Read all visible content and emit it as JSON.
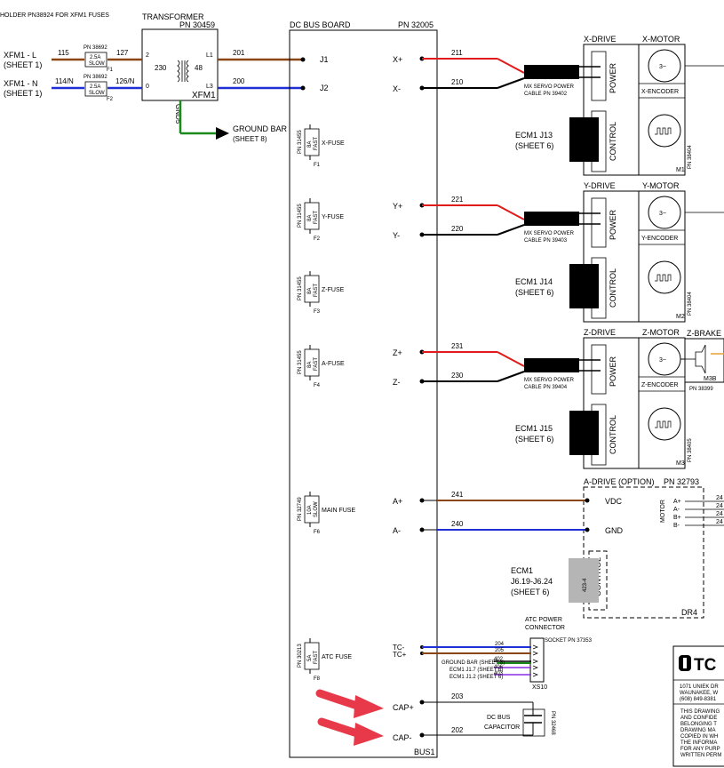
{
  "header_note": "HOLDER PN38924 FOR XFM1 FUSES",
  "transformer": {
    "title": "TRANSFORMER",
    "pn": "PN 30459",
    "ref": "XFM1",
    "primary": "230\nVAC",
    "secondary": "48\nVAC",
    "pin2": "2",
    "pin0": "0",
    "pinL1": "L1",
    "pinL3": "L3",
    "gnd": "GND5"
  },
  "inputs": [
    {
      "label": "XFM1 - L",
      "sheet": "(SHEET 1)",
      "wire_in": "115",
      "fuse_pn": "PN 38692",
      "fuse_rating": "2.5A",
      "fuse_type": "SLOW",
      "fuse_ref": "F1",
      "wire_out": "127"
    },
    {
      "label": "XFM1 - N",
      "sheet": "(SHEET 1)",
      "wire_in": "114/N",
      "fuse_pn": "PN 38692",
      "fuse_rating": "2.5A",
      "fuse_type": "SLOW",
      "fuse_ref": "F2",
      "wire_out": "126/N"
    }
  ],
  "xfm_out": [
    {
      "wire": "201",
      "pin": "J1"
    },
    {
      "wire": "200",
      "pin": "J2"
    }
  ],
  "ground_bar": {
    "label": "GROUND BAR",
    "sheet": "(SHEET 8)"
  },
  "bus_board": {
    "title": "DC BUS BOARD",
    "pn": "PN 32005",
    "ref": "BUS1"
  },
  "fuses": [
    {
      "label": "X-FUSE",
      "pn": "PN 31455",
      "rating": "8A",
      "type": "FAST",
      "ref": "F1"
    },
    {
      "label": "Y-FUSE",
      "pn": "PN 31455",
      "rating": "8A",
      "type": "FAST",
      "ref": "F2"
    },
    {
      "label": "Z-FUSE",
      "pn": "PN 31455",
      "rating": "8A",
      "type": "FAST",
      "ref": "F3"
    },
    {
      "label": "A-FUSE",
      "pn": "PN 31455",
      "rating": "8A",
      "type": "FAST",
      "ref": "F4"
    },
    {
      "label": "MAIN FUSE",
      "pn": "PN 32749",
      "rating": "10A",
      "type": "SLOW",
      "ref": "F6"
    },
    {
      "label": "ATC FUSE",
      "pn": "PN 30213",
      "rating": "5A",
      "type": "FAST",
      "ref": "F8"
    }
  ],
  "axes": [
    {
      "plus": "X+",
      "minus": "X-",
      "w_plus": "211",
      "w_minus": "210",
      "drive": "X-DRIVE",
      "motor": "X-MOTOR",
      "encoder": "X-ENCODER",
      "cable": "MX SERVO POWER\nCABLE PN 39402",
      "ecm": "ECM1 J13",
      "ecm_sheet": "(SHEET 6)",
      "motor_pn": "PN 38404",
      "motor_ref": "M1"
    },
    {
      "plus": "Y+",
      "minus": "Y-",
      "w_plus": "221",
      "w_minus": "220",
      "drive": "Y-DRIVE",
      "motor": "Y-MOTOR",
      "encoder": "Y-ENCODER",
      "cable": "MX SERVO POWER\nCABLE PN 39403",
      "ecm": "ECM1 J14",
      "ecm_sheet": "(SHEET 6)",
      "motor_pn": "PN 38404",
      "motor_ref": "M2"
    },
    {
      "plus": "Z+",
      "minus": "Z-",
      "w_plus": "231",
      "w_minus": "230",
      "drive": "Z-DRIVE",
      "motor": "Z-MOTOR",
      "encoder": "Z-ENCODER",
      "cable": "MX SERVO POWER\nCABLE PN 39404",
      "ecm": "ECM1 J15",
      "ecm_sheet": "(SHEET 6)",
      "motor_pn": "PN 38405",
      "motor_ref": "M3"
    }
  ],
  "drive_labels": {
    "power": "POWER",
    "control": "CONTROL",
    "phase": "3~"
  },
  "z_brake": {
    "label": "Z-BRAKE",
    "ref": "M3B",
    "pn": "PN 38399"
  },
  "a_drive": {
    "title": "A-DRIVE (OPTION)",
    "pn": "PN 32793",
    "ref": "DR4",
    "vdc": "VDC",
    "gnd": "GND",
    "motor": "MOTOR",
    "pins": [
      "A+",
      "A-",
      "B+",
      "B-"
    ],
    "wires": [
      "24",
      "24",
      "24",
      "24"
    ],
    "plus": "A+",
    "minus": "A-",
    "w_plus": "241",
    "w_minus": "240",
    "ecm": "ECM1",
    "ecm_pins": "J6.19-J6.24",
    "ecm_sheet": "(SHEET 6)",
    "conn_id": "423-4"
  },
  "atc": {
    "title": "ATC POWER\nCONNECTOR",
    "socket": "SOCKET PN 37353",
    "ref": "XS10",
    "tc_minus": "TC-",
    "tc_plus": "TC+",
    "w1": "204",
    "w2": "205",
    "w3": "402",
    "w4": "406",
    "w5": "403",
    "ground": "GROUND BAR (SHEET 8)",
    "ecm_a": "ECM1 J1.7 (SHEET 6)",
    "ecm_b": "ECM1 J1.2 (SHEET 6)"
  },
  "capacitor": {
    "label": "DC BUS\nCAPACITOR",
    "pn": "PN 32468",
    "cap_plus": "CAP+",
    "cap_minus": "CAP-",
    "w_plus": "203",
    "w_minus": "202"
  },
  "company": {
    "address": "1071 UNIEK DR\nWAUNAKEE, W\n(608) 849-8381",
    "notice": "THIS DRAWING\nAND CONFIDE\nBELONGING T\nDRAWING MA\nCOPIED IN WH\nTHE INFORMA\nFOR ANY PURP\nWRITTEN PERM"
  },
  "colors": {
    "brown": "#8B4513",
    "blue": "#1e2fd6",
    "red": "#e01b1b",
    "green": "#1a8a1a",
    "purple": "#8a2be2",
    "arrow": "#e8394a",
    "gray_conn": "#b5b5b5"
  }
}
